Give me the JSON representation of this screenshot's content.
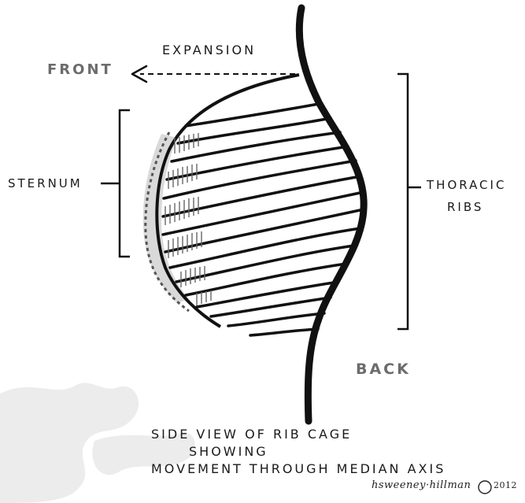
{
  "labels": {
    "expansion": "EXPANSION",
    "front": "FRONT",
    "sternum": "STERNUM",
    "thoracic_line1": "THORACIC",
    "thoracic_line2": "RIBS",
    "back": "BACK"
  },
  "caption": {
    "line1": "SIDE VIEW OF RIB CAGE",
    "line2": "SHOWING",
    "line3": "MOVEMENT THROUGH MEDIAN AXIS"
  },
  "signature": {
    "name": "hsweeney·hillman",
    "copyright": "©",
    "year": "2012"
  },
  "colors": {
    "ink": "#111111",
    "grey_label": "#6c6c6c",
    "shade": "#9a9a9a",
    "watermark": "#ececec"
  }
}
